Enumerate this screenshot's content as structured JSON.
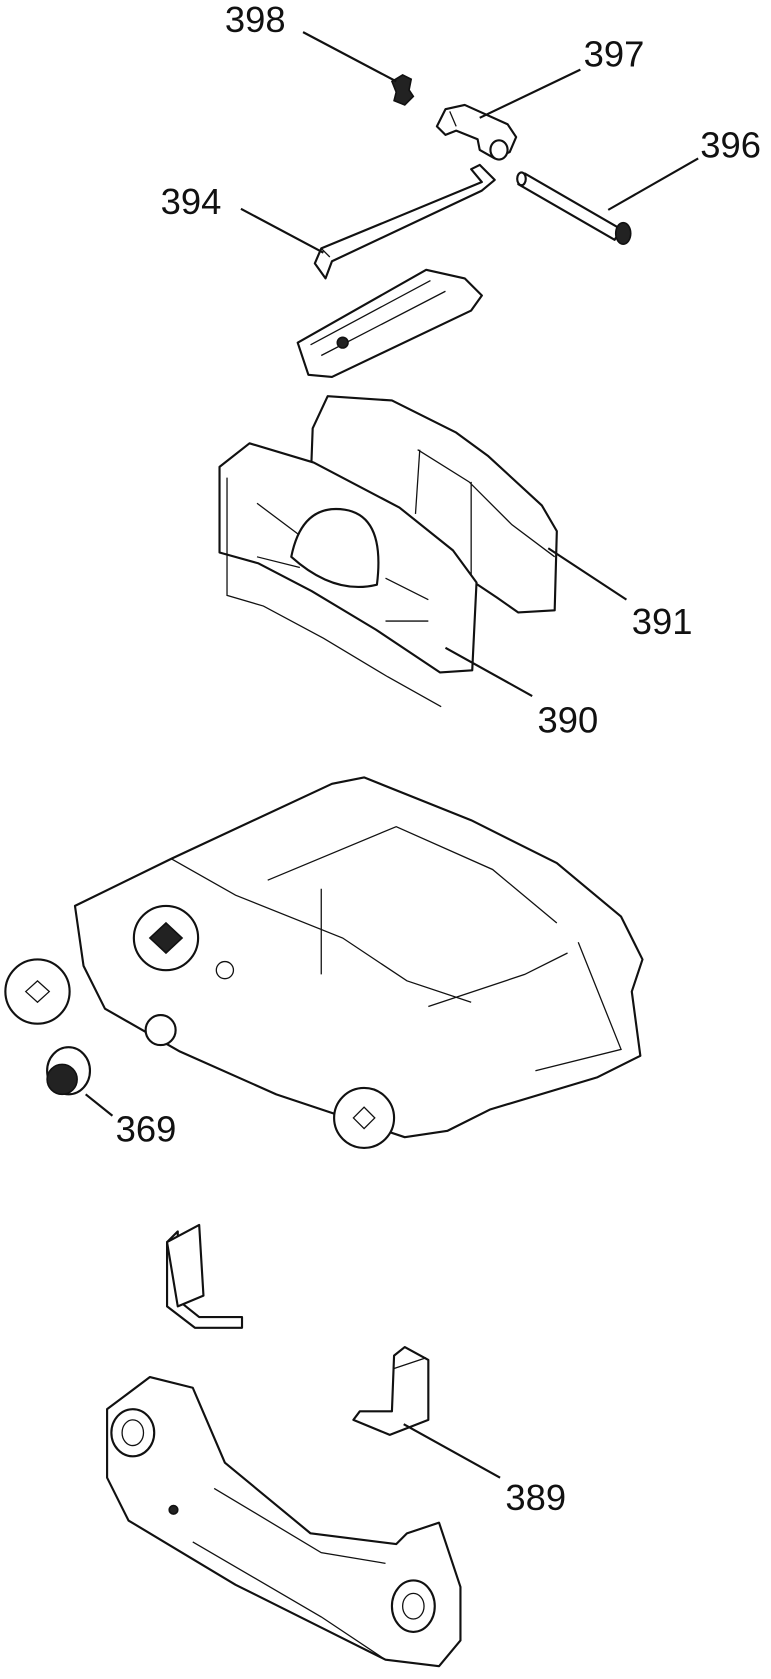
{
  "diagram": {
    "type": "exploded parts diagram",
    "callouts": [
      {
        "id": "398",
        "label": "398"
      },
      {
        "id": "397",
        "label": "397"
      },
      {
        "id": "396",
        "label": "396"
      },
      {
        "id": "394",
        "label": "394"
      },
      {
        "id": "391",
        "label": "391"
      },
      {
        "id": "390",
        "label": "390"
      },
      {
        "id": "369",
        "label": "369"
      },
      {
        "id": "389",
        "label": "389"
      }
    ],
    "colors": {
      "line": "#111111",
      "background": "#ffffff"
    }
  }
}
